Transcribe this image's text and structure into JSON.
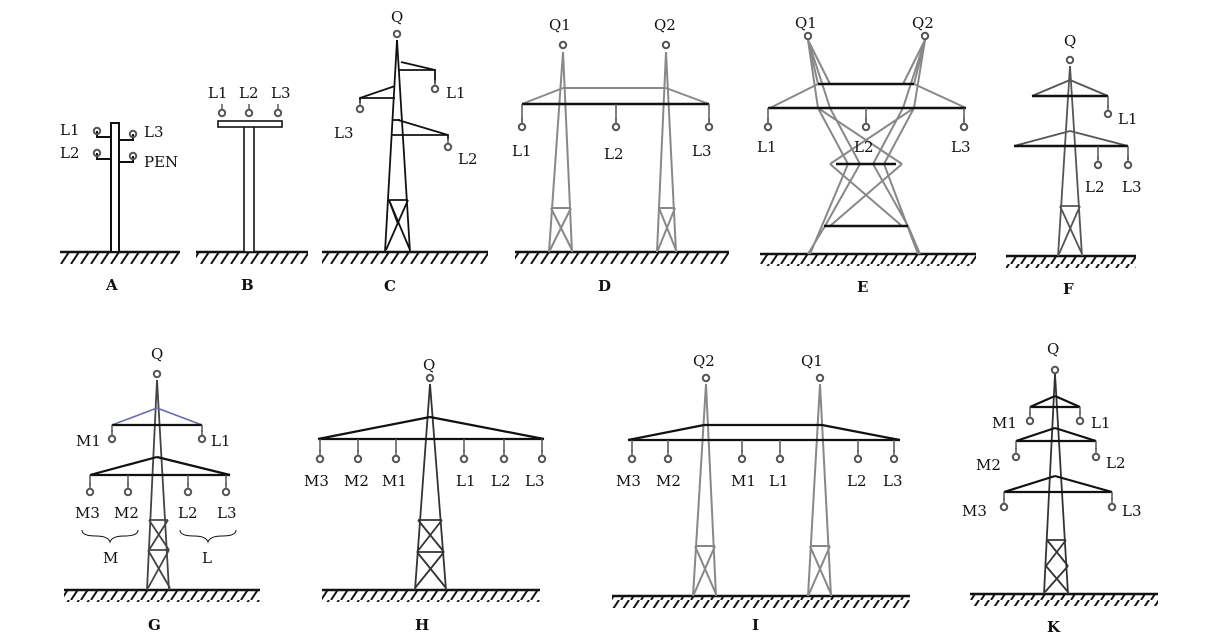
{
  "colors": {
    "ink": "#111111",
    "steel": "#8a8a8a",
    "insulator": "#666666",
    "background": "#ffffff"
  },
  "towers": [
    {
      "id": "a",
      "caption": "A",
      "labels": {
        "l1": "L1",
        "l2": "L2",
        "l3": "L3",
        "pen": "PEN"
      }
    },
    {
      "id": "b",
      "caption": "B",
      "labels": {
        "l1": "L1",
        "l2": "L2",
        "l3": "L3"
      }
    },
    {
      "id": "c",
      "caption": "C",
      "labels": {
        "q": "Q",
        "l1": "L1",
        "l2": "L2",
        "l3": "L3"
      }
    },
    {
      "id": "d",
      "caption": "D",
      "labels": {
        "q1": "Q1",
        "q2": "Q2",
        "l1": "L1",
        "l2": "L2",
        "l3": "L3"
      }
    },
    {
      "id": "e",
      "caption": "E",
      "labels": {
        "q1": "Q1",
        "q2": "Q2",
        "l1": "L1",
        "l2": "L2",
        "l3": "L3"
      }
    },
    {
      "id": "f",
      "caption": "F",
      "labels": {
        "q": "Q",
        "l1": "L1",
        "l2": "L2",
        "l3": "L3"
      }
    },
    {
      "id": "g",
      "caption": "G",
      "labels": {
        "q": "Q",
        "m1": "M1",
        "l1": "L1",
        "m3": "M3",
        "m2": "M2",
        "l2": "L2",
        "l3": "L3",
        "m": "M",
        "l": "L"
      }
    },
    {
      "id": "h",
      "caption": "H",
      "labels": {
        "q": "Q",
        "m3": "M3",
        "m2": "M2",
        "m1": "M1",
        "l1": "L1",
        "l2": "L2",
        "l3": "L3"
      }
    },
    {
      "id": "i",
      "caption": "I",
      "labels": {
        "q2": "Q2",
        "q1": "Q1",
        "m3": "M3",
        "m2": "M2",
        "m1": "M1",
        "l1": "L1",
        "l2": "L2",
        "l3": "L3"
      }
    },
    {
      "id": "k",
      "caption": "K",
      "labels": {
        "q": "Q",
        "m1": "M1",
        "l1": "L1",
        "m2": "M2",
        "l2": "L2",
        "m3": "M3",
        "l3": "L3"
      }
    }
  ]
}
